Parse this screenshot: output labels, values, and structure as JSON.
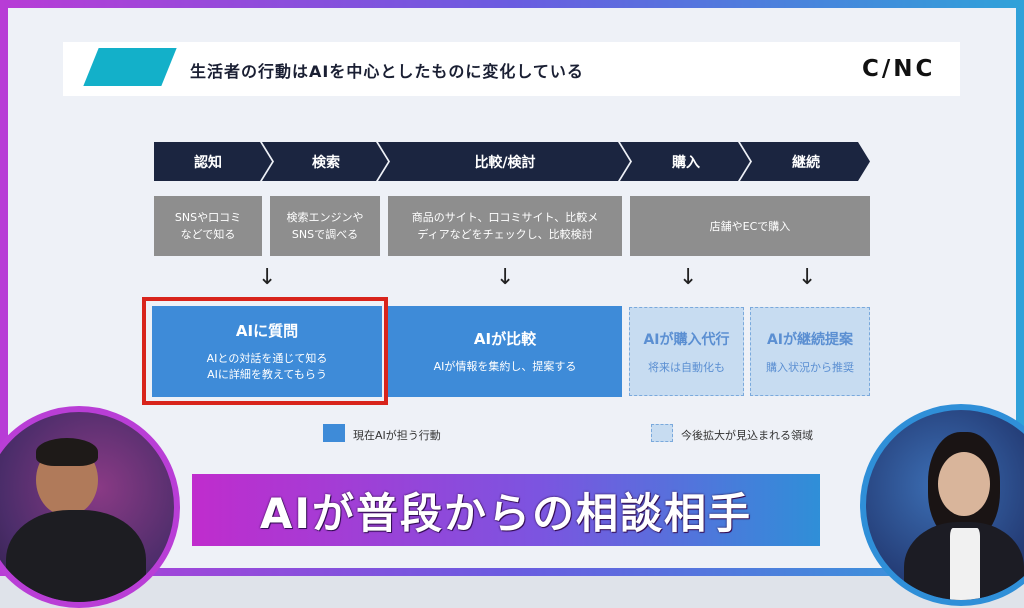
{
  "header": {
    "title": "生活者の行動はAIを中心としたものに変化している",
    "logo": "C/NC"
  },
  "stages": [
    {
      "label": "認知"
    },
    {
      "label": "検索"
    },
    {
      "label": "比較/検討"
    },
    {
      "label": "購入"
    },
    {
      "label": "継続"
    }
  ],
  "gray_boxes": [
    {
      "text": "SNSや口コミ\nなどで知る"
    },
    {
      "text": "検索エンジンや\nSNSで調べる"
    },
    {
      "text": "商品のサイト、口コミサイト、比較メ\nディアなどをチェックし、比較検討"
    },
    {
      "text": "店舗やECで購入"
    }
  ],
  "arrow_glyph": "↓",
  "ai_boxes": [
    {
      "title": "AIに質問",
      "sub": "AIとの対話を通じて知る\nAIに詳細を教えてもらう"
    },
    {
      "title": "AIが比較",
      "sub": "AIが情報を集約し、提案する"
    },
    {
      "title": "AIが購入代行",
      "sub": "将来は自動化も"
    },
    {
      "title": "AIが継続提案",
      "sub": "購入状況から推奨"
    }
  ],
  "legend": {
    "current": "現在AIが担う行動",
    "future": "今後拡大が見込まれる領域"
  },
  "caption": "AIが普段からの相談相手",
  "colors": {
    "chevron": "#1b2540",
    "gray": "#8e8e8e",
    "ai_blue": "#3e8bd8",
    "future_fill": "#c7dcf1",
    "highlight_red": "#d8241c",
    "accent_teal": "#13b0c9"
  }
}
